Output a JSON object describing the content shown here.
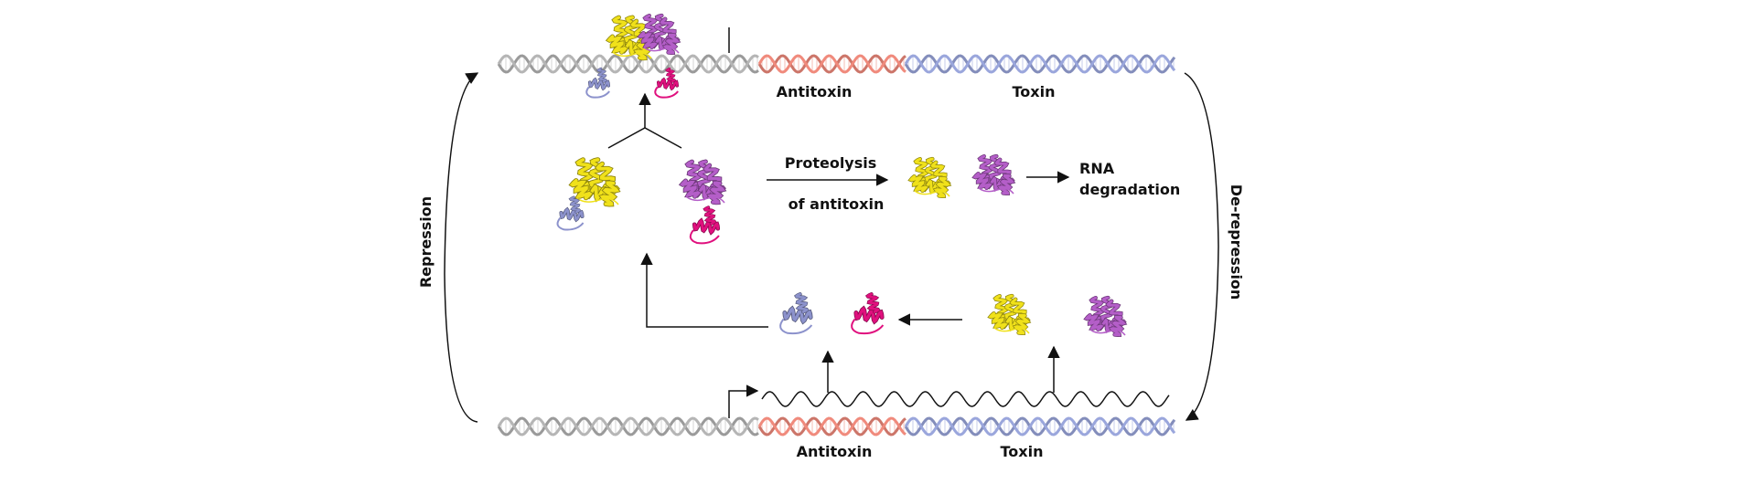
{
  "labels": {
    "top_antitoxin": "Antitoxin",
    "top_toxin": "Toxin",
    "bottom_antitoxin": "Antitoxin",
    "bottom_toxin": "Toxin",
    "proteolysis_line1": "Proteolysis",
    "proteolysis_line2": "of antitoxin",
    "rna_line1": "RNA",
    "rna_line2": "degradation",
    "repression": "Repression",
    "derepression": "De-repression"
  },
  "colors": {
    "promoter_dna": "#b5b5b5",
    "antitoxin_dna": "#f08a7c",
    "toxin_dna": "#9aa6dc",
    "toxin_protein_a": "#f0e11a",
    "toxin_protein_b": "#b45ec8",
    "antitoxin_protein_a": "#8c92cc",
    "antitoxin_protein_b": "#e0107e",
    "line": "#111111"
  }
}
